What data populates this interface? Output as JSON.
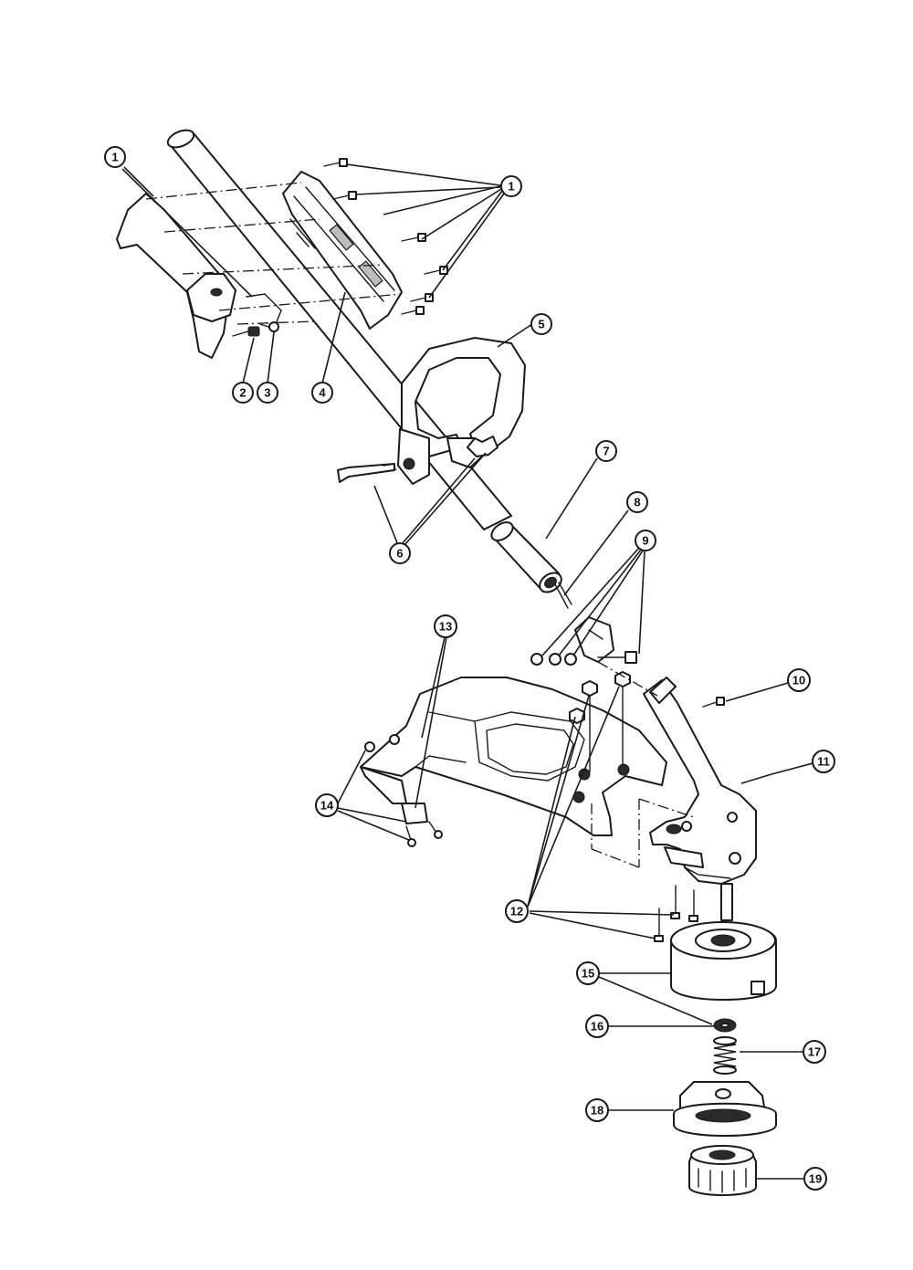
{
  "diagram": {
    "callouts": [
      {
        "id": "callout-1a",
        "label": "1"
      },
      {
        "id": "callout-1b",
        "label": "1"
      },
      {
        "id": "callout-2",
        "label": "2"
      },
      {
        "id": "callout-3",
        "label": "3"
      },
      {
        "id": "callout-4",
        "label": "4"
      },
      {
        "id": "callout-5",
        "label": "5"
      },
      {
        "id": "callout-6",
        "label": "6"
      },
      {
        "id": "callout-7",
        "label": "7"
      },
      {
        "id": "callout-8",
        "label": "8"
      },
      {
        "id": "callout-9",
        "label": "9"
      },
      {
        "id": "callout-10",
        "label": "10"
      },
      {
        "id": "callout-11",
        "label": "11"
      },
      {
        "id": "callout-12",
        "label": "12"
      },
      {
        "id": "callout-13",
        "label": "13"
      },
      {
        "id": "callout-14",
        "label": "14"
      },
      {
        "id": "callout-15",
        "label": "15"
      },
      {
        "id": "callout-16",
        "label": "16"
      },
      {
        "id": "callout-17",
        "label": "17"
      },
      {
        "id": "callout-18",
        "label": "18"
      },
      {
        "id": "callout-19",
        "label": "19"
      }
    ]
  }
}
